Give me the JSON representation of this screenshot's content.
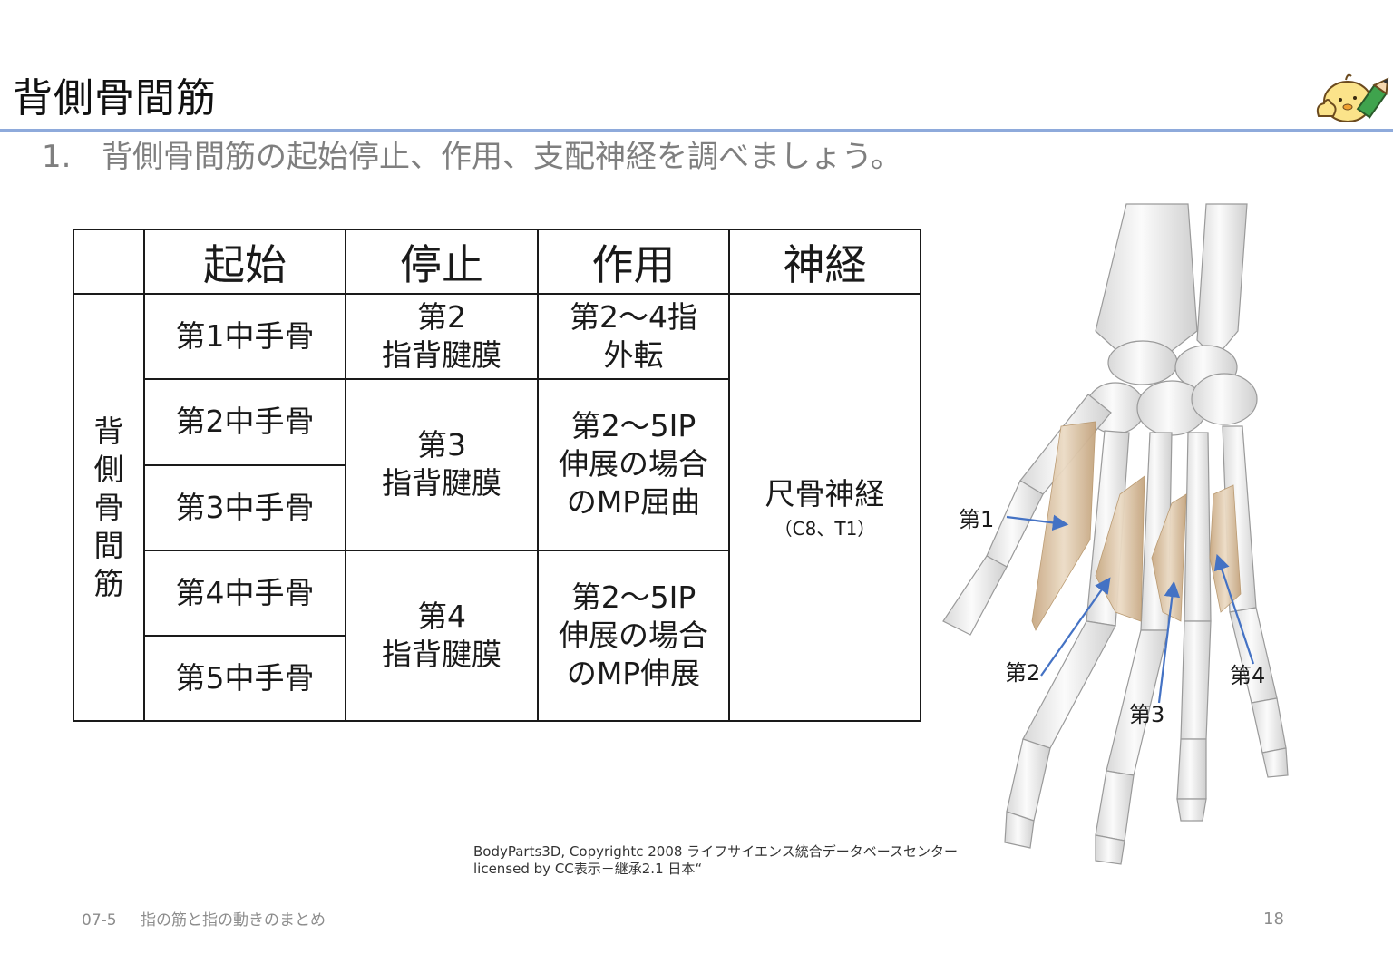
{
  "header": {
    "title": "背側骨間筋",
    "rule_color": "#8eaadb",
    "mascot_icon": "chick-with-pencil-icon"
  },
  "instruction": {
    "number": "1.",
    "text": "背側骨間筋の起始停止、作用、支配神経を調べましょう。"
  },
  "table": {
    "headers": [
      "",
      "起始",
      "停止",
      "作用",
      "神経"
    ],
    "row_label": [
      "背",
      "側",
      "骨",
      "間",
      "筋"
    ],
    "origins": [
      "第1中手骨",
      "第2中手骨",
      "第3中手骨",
      "第4中手骨",
      "第5中手骨"
    ],
    "insertions": [
      {
        "line1": "第2",
        "line2": "指背腱膜"
      },
      {
        "line1": "第3",
        "line2": "指背腱膜"
      },
      {
        "line1": "第4",
        "line2": "指背腱膜"
      }
    ],
    "actions": [
      {
        "line1": "第2～4指",
        "line2": "外転",
        "line3": ""
      },
      {
        "line1": "第2～5IP",
        "line2": "伸展の場合",
        "line3": "のMP屈曲"
      },
      {
        "line1": "第2～5IP",
        "line2": "伸展の場合",
        "line3": "のMP伸展"
      }
    ],
    "nerve": {
      "name": "尺骨神経",
      "roots": "（C8、T1）"
    }
  },
  "figure": {
    "labels": [
      "第1",
      "第2",
      "第3",
      "第4"
    ],
    "arrow_color": "#4472c4",
    "muscle_color": "#d9c2a3",
    "bone_color": "#f2f2f2",
    "credit_line1": "BodyParts3D, Copyrightc 2008 ライフサイエンス統合データベースセンター",
    "credit_line2": "licensed by CC表示－継承2.1 日本“"
  },
  "footer": {
    "code": "07-5",
    "chapter": "指の筋と指の動きのまとめ",
    "page": "18"
  }
}
